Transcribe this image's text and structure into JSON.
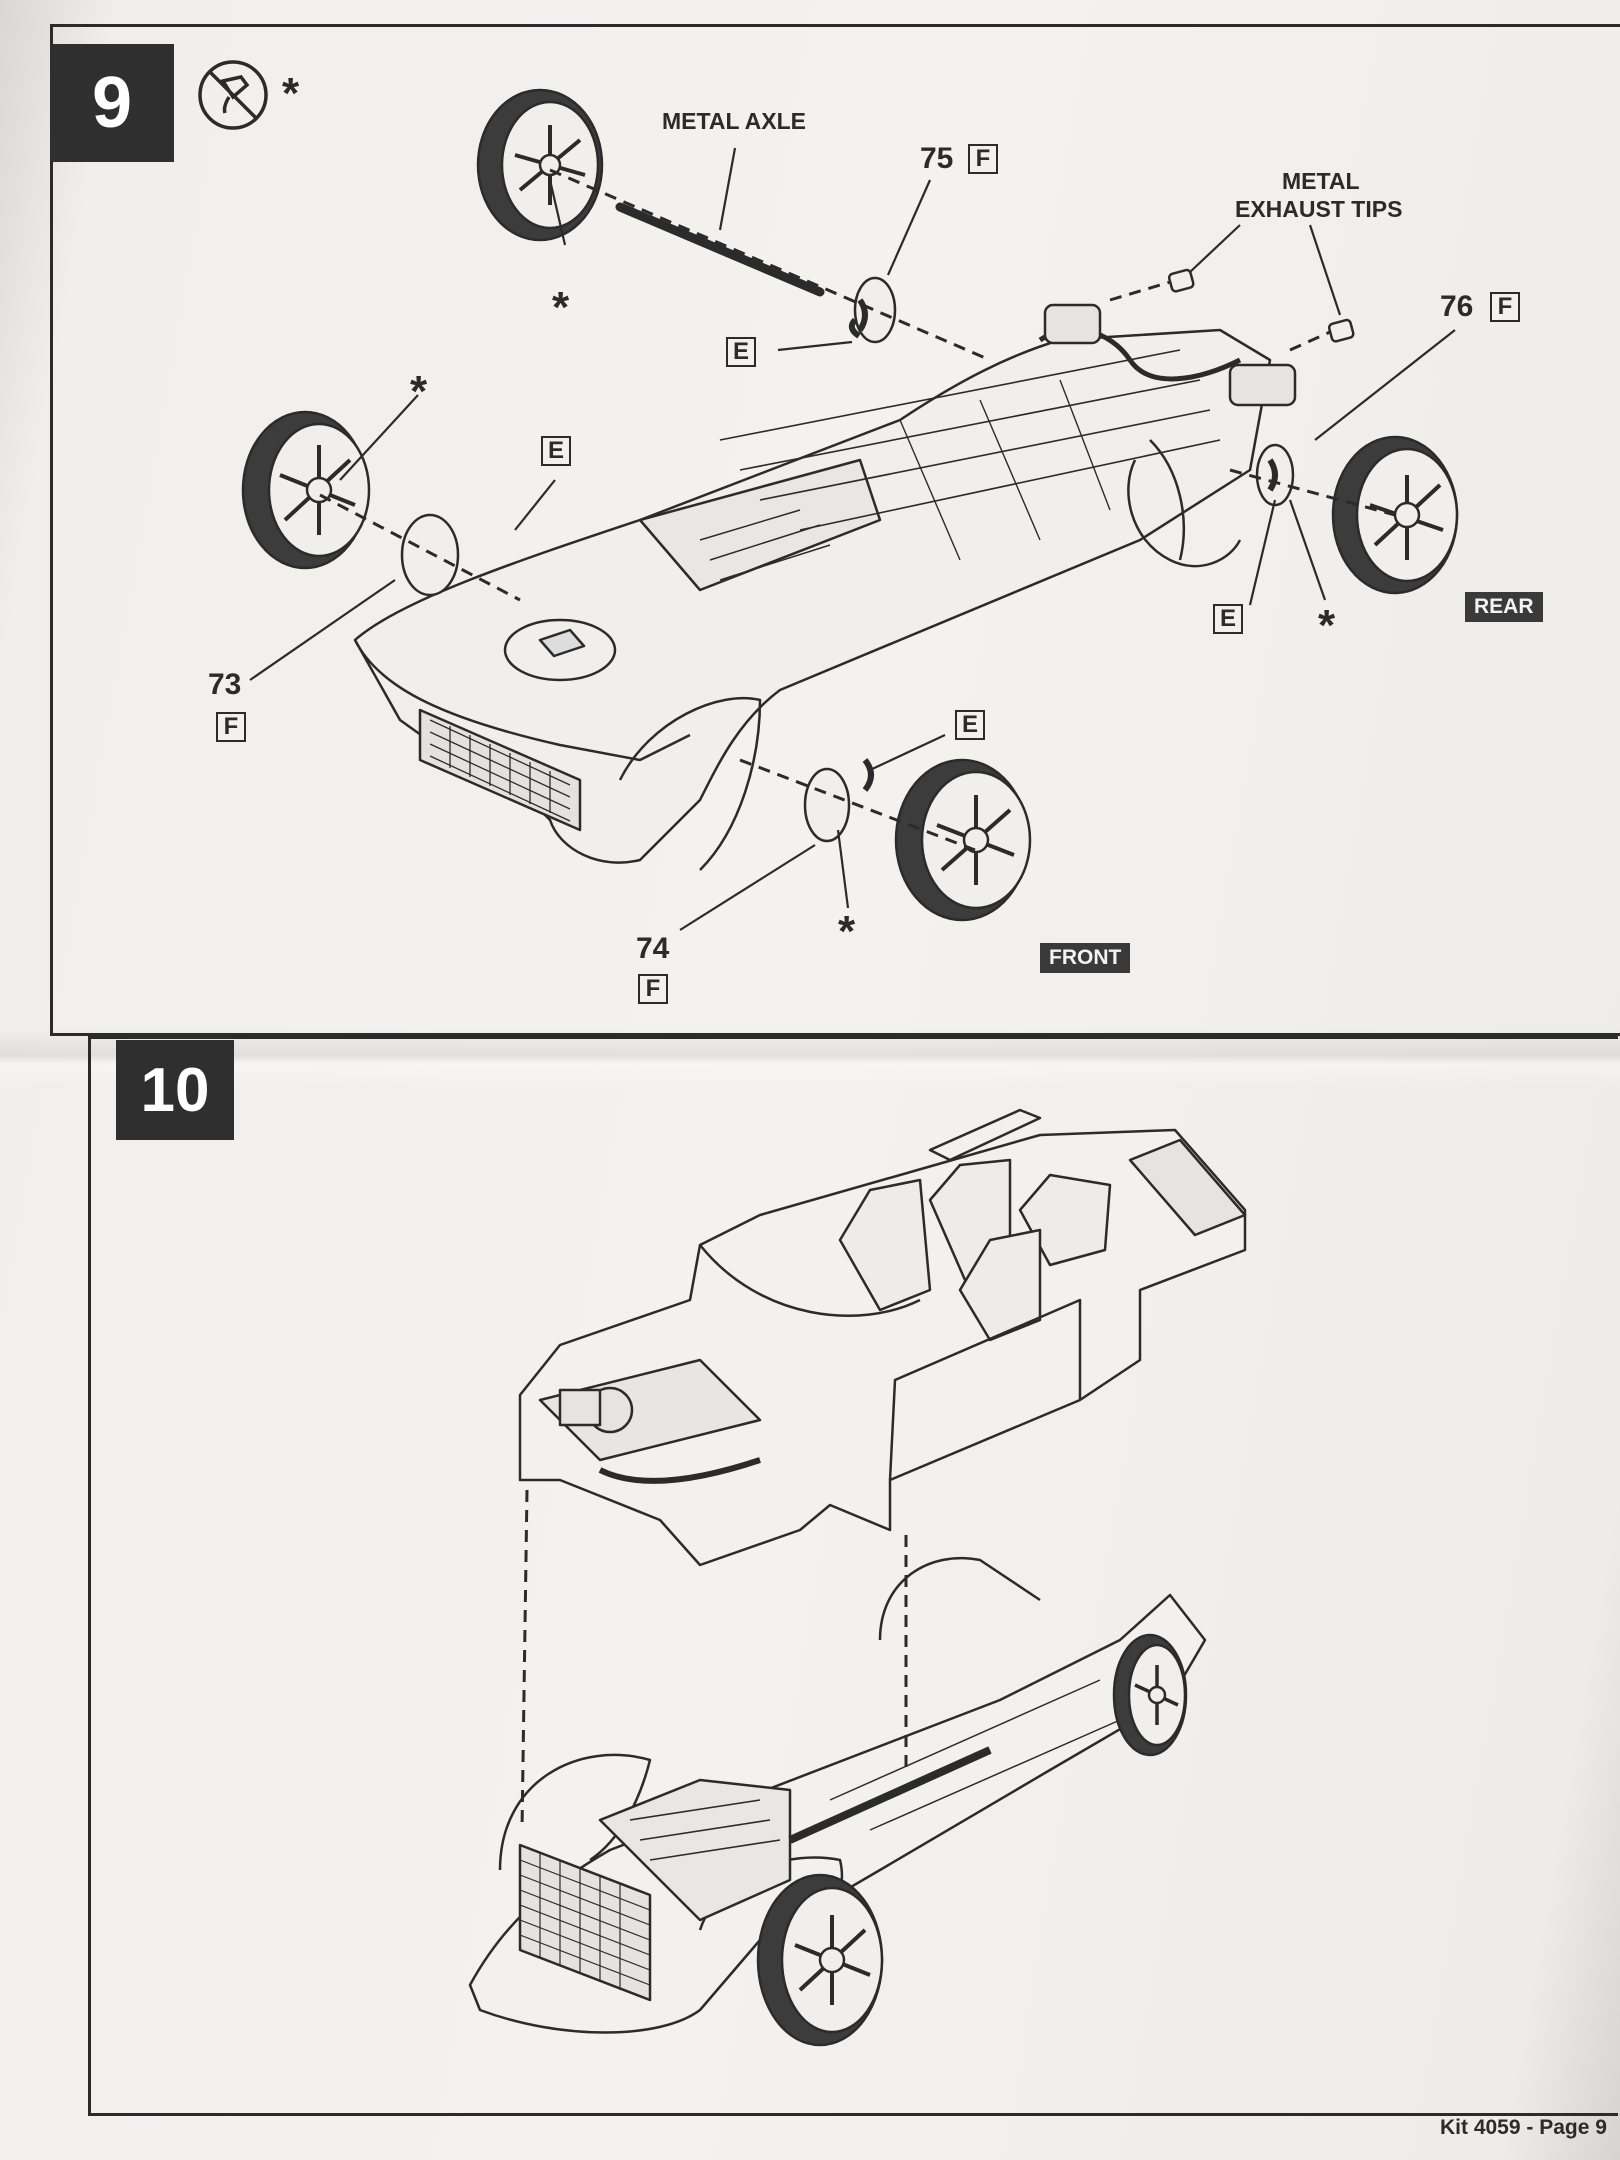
{
  "step9": {
    "number": "9",
    "icon": "no-glue-icon",
    "icon_star": "*",
    "labels": {
      "metal_axle": "METAL AXLE",
      "metal_exhaust_tips_line1": "METAL",
      "metal_exhaust_tips_line2": "EXHAUST TIPS",
      "rear": "REAR",
      "front": "FRONT"
    },
    "parts": [
      {
        "num": "75",
        "tree": "F"
      },
      {
        "num": "76",
        "tree": "F"
      },
      {
        "num": "73",
        "tree": "F"
      },
      {
        "num": "74",
        "tree": "F"
      }
    ],
    "tree_e": "E",
    "asterisk": "*"
  },
  "step10": {
    "number": "10"
  },
  "footer": {
    "text": "Kit 4059 - Page 9"
  }
}
